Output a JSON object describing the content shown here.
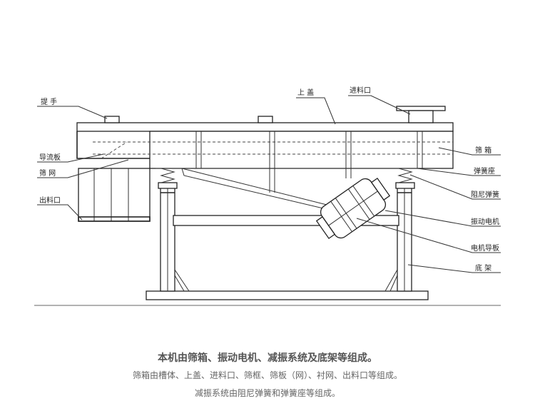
{
  "labels": {
    "handle": "提 手",
    "top_cover": "上 盖",
    "feed_inlet": "进料口",
    "screen_box": "筛 箱",
    "guide_plate": "导流板",
    "screen_mesh": "筛 网",
    "discharge_outlet": "出料口",
    "spring_seat": "弹簧座",
    "damping_spring": "阻尼弹簧",
    "vibration_motor": "振动电机",
    "motor_guide_plate": "电机导板",
    "base_frame": "底 架"
  },
  "captions": {
    "main": "本机由筛箱、振动电机、减振系统及底架等组成。",
    "sub1": "筛箱由槽体、上盖、进料口、筛框、筛板（网）、衬网、出料口等组成。",
    "sub2": "减振系统由阻尼弹簧和弹簧座等组成。"
  }
}
